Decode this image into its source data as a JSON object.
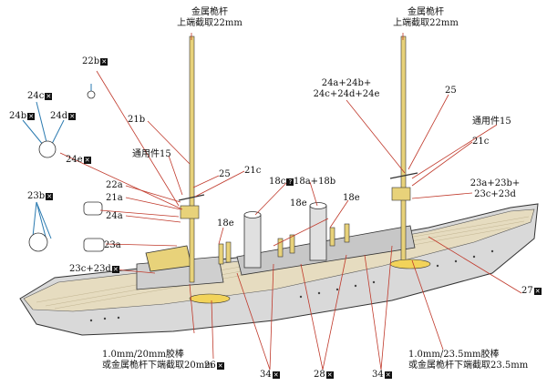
{
  "labels": {
    "fore_mast_note_l1": "金属桅杆",
    "fore_mast_note_l2": "上端截取22mm",
    "main_mast_note_l1": "金属桅杆",
    "main_mast_note_l2": "上端截取22mm",
    "p22b": "22b",
    "p24c": "24c",
    "p24b": "24b",
    "p24d": "24d",
    "p24e": "24e",
    "p23b": "23b",
    "p23a": "23a",
    "p23c23d": "23c+23d",
    "p21b": "21b",
    "common15_a": "通用件15",
    "p25_a": "25",
    "p21c_a": "21c",
    "p22a": "22a",
    "p21a": "21a",
    "p24a": "24a",
    "p18c": "18c",
    "p18a18b": "18a+18b",
    "p18e_1": "18e",
    "p18e_2": "18e",
    "p18e_3": "18e",
    "p24abcde_l1": "24a+24b+",
    "p24abcde_l2": "24c+24d+24e",
    "p25_b": "25",
    "common15_b": "通用件15",
    "p21c_b": "21c",
    "p23abcd_l1": "23a+23b+",
    "p23abcd_l2": "23c+23d",
    "p27": "27",
    "rod_fore_l1": "1.0mm/20mm胶棒",
    "rod_fore_l2": "或金属桅杆下端截取20mm",
    "p26": "26",
    "p34_a": "34",
    "p28": "28",
    "p34_b": "34",
    "rod_main_l1": "1.0mm/23.5mm胶棒",
    "rod_main_l2": "或金属桅杆下端截取23.5mm"
  },
  "colors": {
    "hull": "#d8d8d8",
    "deck": "#e6dcc0",
    "mast": "#e8d27a",
    "leader": "#c0392b",
    "blue_leader": "#2a7ab0",
    "outline": "#333333"
  }
}
